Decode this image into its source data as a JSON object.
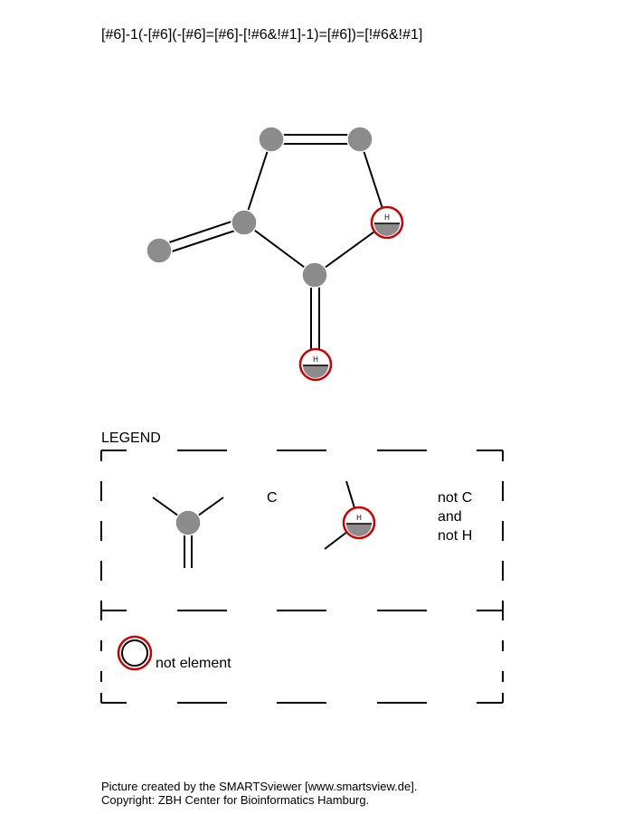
{
  "smarts_pattern": "[#6]-1(-[#6](-[#6]=[#6]-[!#6&!#1]-1)=[#6])=[!#6&!#1]",
  "hydrogen_glyph": "H",
  "legend": {
    "title": "LEGEND",
    "carbon_label": "C",
    "not_c_not_h_label": [
      "not C",
      "and",
      "not H"
    ],
    "not_element_label": "not element"
  },
  "footer": {
    "line1": "Picture created by the SMARTSviewer [www.smartsview.de].",
    "line2": "Copyright: ZBH Center for Bioinformatics Hamburg."
  },
  "colors": {
    "atom_fill": "#8c8c8c",
    "negation_ring": "#cc0000",
    "bond": "#000000"
  }
}
